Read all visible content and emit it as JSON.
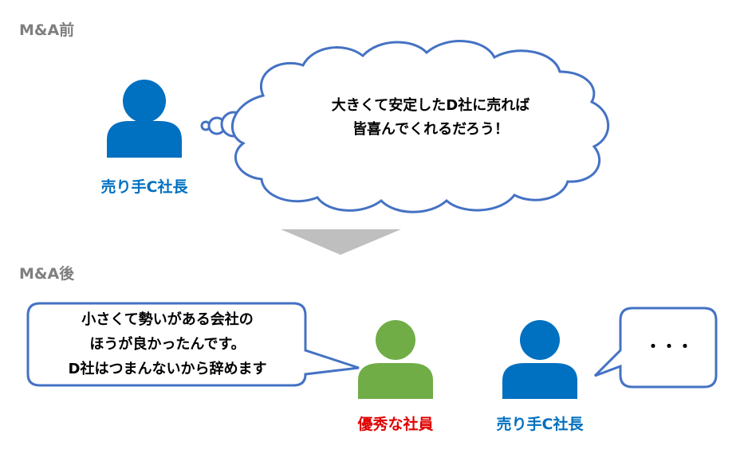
{
  "before": {
    "section_title": "M&A前",
    "seller_name": "売り手C社長",
    "thought_line1": "大きくて安定したD社に売れば",
    "thought_line2": "皆喜んでくれるだろう！"
  },
  "after": {
    "section_title": "M&A後",
    "employee_name": "優秀な社員",
    "seller_name": "売り手C社長",
    "employee_speech_line1": "小さくて勢いがある会社の",
    "employee_speech_line2": "ほうが良かったんです。",
    "employee_speech_line3": "D社はつまんないから辞めます",
    "seller_speech": "・・・"
  },
  "colors": {
    "seller": "#0070c0",
    "employee": "#70ad47",
    "employee_label": "#e00000",
    "bubble_stroke": "#4472c4",
    "arrow": "#bfbfbf",
    "section_label": "#7f7f7f"
  }
}
